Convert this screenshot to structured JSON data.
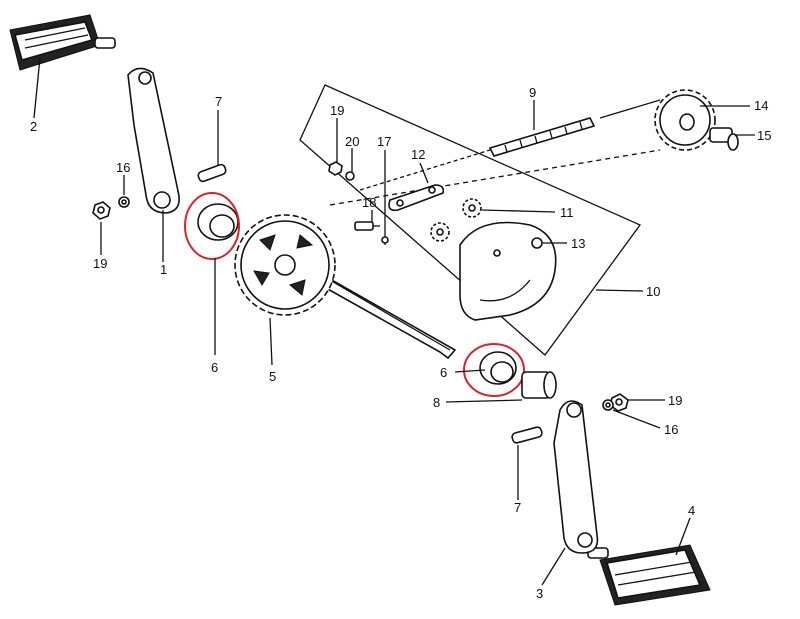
{
  "diagram": {
    "highlight_color": "#d9232a",
    "callouts": [
      {
        "key": "p2",
        "text": "2"
      },
      {
        "key": "p7a",
        "text": "7"
      },
      {
        "key": "p16a",
        "text": "16"
      },
      {
        "key": "p19a",
        "text": "19"
      },
      {
        "key": "p1",
        "text": "1"
      },
      {
        "key": "p6a",
        "text": "6"
      },
      {
        "key": "p5",
        "text": "5"
      },
      {
        "key": "p19b",
        "text": "19"
      },
      {
        "key": "p20",
        "text": "20"
      },
      {
        "key": "p17",
        "text": "17"
      },
      {
        "key": "p12",
        "text": "12"
      },
      {
        "key": "p18",
        "text": "18"
      },
      {
        "key": "p9",
        "text": "9"
      },
      {
        "key": "p14",
        "text": "14"
      },
      {
        "key": "p15",
        "text": "15"
      },
      {
        "key": "p11",
        "text": "11"
      },
      {
        "key": "p13",
        "text": "13"
      },
      {
        "key": "p10",
        "text": "10"
      },
      {
        "key": "p6b",
        "text": "6"
      },
      {
        "key": "p8",
        "text": "8"
      },
      {
        "key": "p19c",
        "text": "19"
      },
      {
        "key": "p16b",
        "text": "16"
      },
      {
        "key": "p7b",
        "text": "7"
      },
      {
        "key": "p4",
        "text": "4"
      },
      {
        "key": "p3",
        "text": "3"
      }
    ]
  }
}
